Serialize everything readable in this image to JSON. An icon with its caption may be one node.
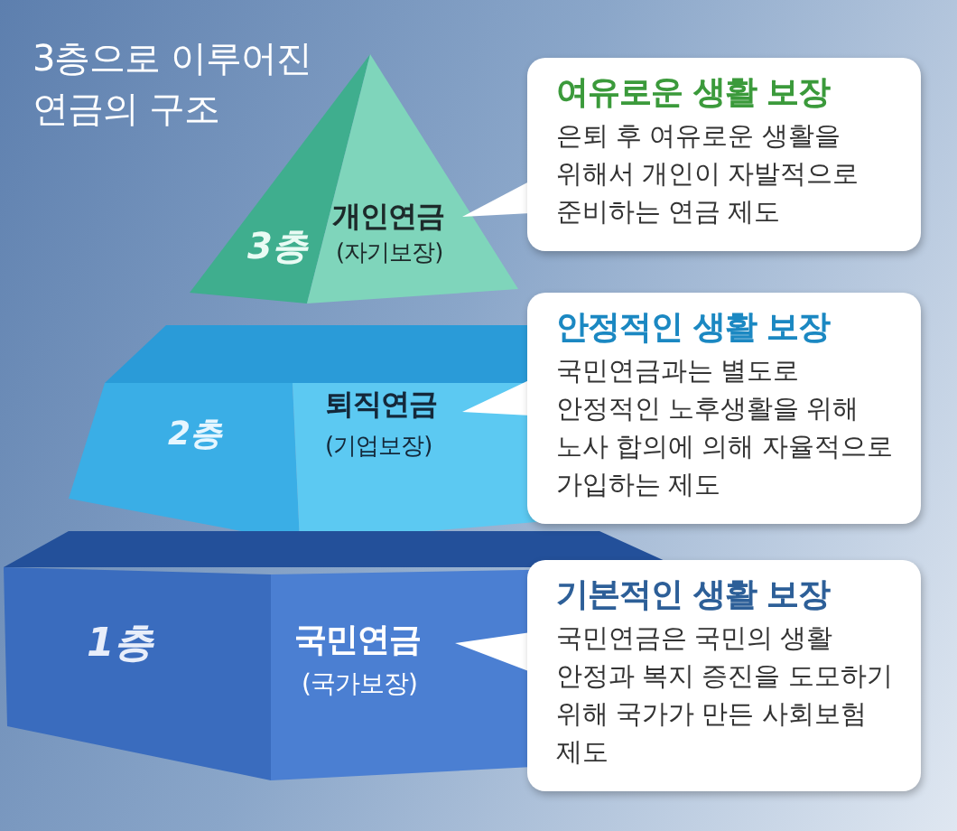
{
  "diagram": {
    "title": "3층으로 이루어진 연금의 구조",
    "nodes": [
      {
        "text": [
          "3층",
          "개인연금",
          "(자기보장)"
        ]
      },
      {
        "text": [
          "여유로운 생활 보장",
          "은퇴 후 여유로운 생활을 위해서 개인이 자발적으로 준비하는 연금 제도"
        ]
      },
      {
        "text": [
          "2층",
          "퇴직연금",
          "(기업보장)"
        ]
      },
      {
        "text": [
          "안정적인 생활 보장",
          "국민연금과는 별도로 안정적인 노후생활을 위해 노사 합의에 의해 자율적으로 가입하는 제도"
        ]
      },
      {
        "text": [
          "1층",
          "국민연금",
          "(국가보장)"
        ]
      },
      {
        "text": [
          "기본적인 생활 보장",
          "국민연금은 국민의 생활 안정과 복지 증진을 도모하기 위해 국가가 만든 사회보험 제도"
        ]
      }
    ],
    "edges": [
      {
        "from": 1,
        "to": 0,
        "arrow": "none"
      },
      {
        "from": 3,
        "to": 2,
        "arrow": "none"
      },
      {
        "from": 5,
        "to": 4,
        "arrow": "none"
      }
    ]
  }
}
